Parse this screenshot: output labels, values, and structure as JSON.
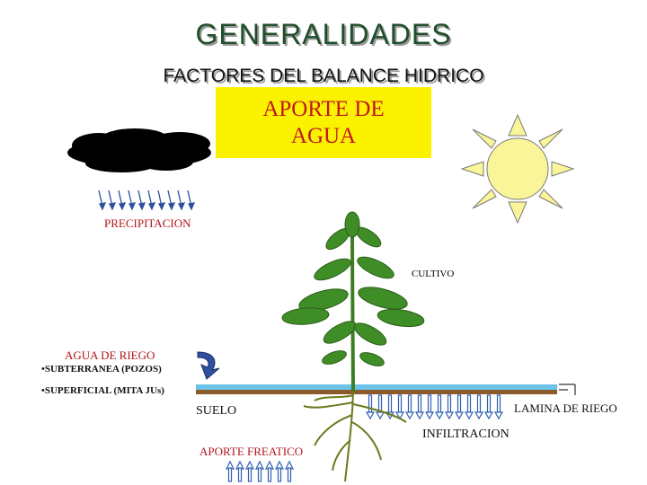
{
  "title": "GENERALIDADES",
  "subtitle": "FACTORES DEL BALANCE HIDRICO",
  "aporte": {
    "line1": "APORTE DE",
    "line2": "AGUA"
  },
  "labels": {
    "precipitacion": "PRECIPITACION",
    "cultivo": "CULTIVO",
    "agua_de_riego": "AGUA DE RIEGO",
    "subterranea": "•SUBTERRANEA (POZOS)",
    "superficial": "•SUPERFICIAL (MITA JUs)",
    "suelo": "SUELO",
    "lamina": "LAMINA DE RIEGO",
    "infiltracion": "INFILTRACION",
    "aporte_freatico": "APORTE FREATICO"
  },
  "colors": {
    "title": "#1f4e2a",
    "accent_red": "#c0181d",
    "box_yellow": "#fbf200",
    "sun": "#fbf59a",
    "water": "#6cc3ea",
    "soil": "#8b5a2b",
    "leaf": "#3f8d27",
    "arrow_blue": "#2f5fb0"
  },
  "icons": [
    "cloud-icon",
    "sun-icon",
    "plant-icon",
    "curved-arrow-icon"
  ]
}
